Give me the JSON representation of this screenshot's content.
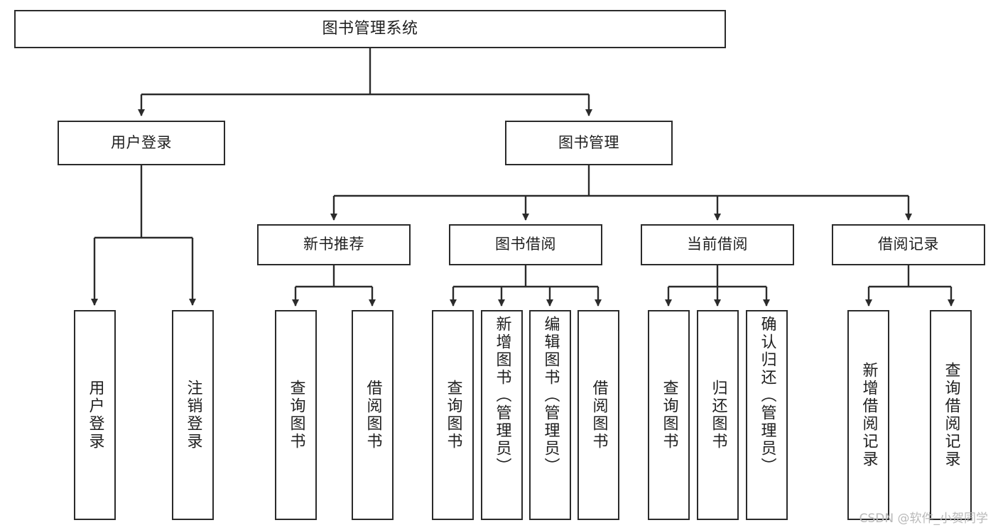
{
  "diagram": {
    "title": "图书管理系统",
    "type": "tree-hierarchy-chart",
    "watermark": "CSDN @软件_小贺同学",
    "colors": {
      "stroke": "#2b2b2b",
      "fill": "#ffffff",
      "text": "#1f1f1f",
      "watermark": "#b9b9b9"
    },
    "root": {
      "label": "图书管理系统"
    },
    "level2": [
      {
        "id": "user-login",
        "label": "用户登录"
      },
      {
        "id": "book-management",
        "label": "图书管理"
      }
    ],
    "level3": [
      {
        "id": "new-book-recommend",
        "label": "新书推荐",
        "parent": "book-management"
      },
      {
        "id": "book-borrow",
        "label": "图书借阅",
        "parent": "book-management"
      },
      {
        "id": "current-borrow",
        "label": "当前借阅",
        "parent": "book-management"
      },
      {
        "id": "borrow-record",
        "label": "借阅记录",
        "parent": "book-management"
      }
    ],
    "leaves": {
      "user-login": [
        {
          "id": "leaf-user-login",
          "label": "用户登录"
        },
        {
          "id": "leaf-user-logout",
          "label": "注销登录"
        }
      ],
      "new-book-recommend": [
        {
          "id": "leaf-query-book-1",
          "label": "查询图书"
        },
        {
          "id": "leaf-borrow-book-1",
          "label": "借阅图书"
        }
      ],
      "book-borrow": [
        {
          "id": "leaf-query-book-2",
          "label": "查询图书"
        },
        {
          "id": "leaf-add-book",
          "label": "新增图书（管理员）"
        },
        {
          "id": "leaf-edit-book",
          "label": "编辑图书（管理员）"
        },
        {
          "id": "leaf-borrow-book-2",
          "label": "借阅图书"
        }
      ],
      "current-borrow": [
        {
          "id": "leaf-query-book-3",
          "label": "查询图书"
        },
        {
          "id": "leaf-return-book",
          "label": "归还图书"
        },
        {
          "id": "leaf-confirm-return",
          "label": "确认归还（管理员）"
        }
      ],
      "borrow-record": [
        {
          "id": "leaf-add-record",
          "label": "新增借阅记录"
        },
        {
          "id": "leaf-query-record",
          "label": "查询借阅记录"
        }
      ]
    }
  }
}
